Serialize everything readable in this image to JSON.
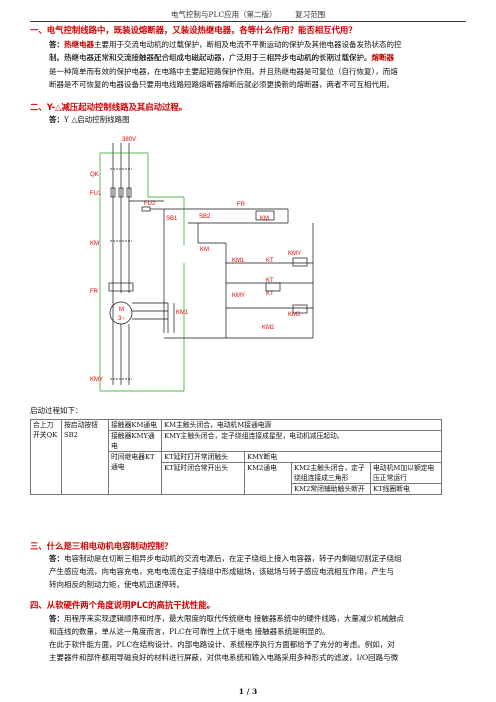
{
  "header": {
    "book": "电气控制与PLC应用（第二版）",
    "section": "复习范围"
  },
  "q1": {
    "title": "一、电气控制线路中，既装设熔断器，又装设热继电器，各等什么作用？能否相互代用？",
    "answer_label": "答：",
    "term1": "热继电器",
    "line1": "主要用于交流电动机的过载保护，断相及电流不平衡运动的保护及其他电器设备发热状态的控",
    "line2": "制。热继电器还常和交流接触器配合组成电磁起动器，广泛用于三相异步电动机的长期过载保护。",
    "term2": "熔断器",
    "line3": "是一种简单而有效的保护电器，在电路中主要起短路保护作用。并且热继电器是可复位（自行恢复），而熔",
    "line4": "断器是不可恢复的电器设备只要用电线路短路熔断器熔断后就必须更换新的熔断器，两者不可互相代用。"
  },
  "q2": {
    "title": "二、Y-△减压起动控制线路及其启动过程。",
    "answer_label": "答：",
    "answer_text": "Y △启动控制线路图",
    "circuit_labels": {
      "supply": "380V",
      "qk": "QK",
      "fu1": "FU1",
      "fu2": "FU2",
      "fr": "FR",
      "sb1": "SB1",
      "sb2": "SB2",
      "fr2": "FR",
      "km": "KM",
      "km_coil": "KM",
      "km_left": "KM",
      "km1": "KM1",
      "kt": "KT",
      "km_y": "KMY",
      "kt2": "KT",
      "kmy2": "KMY",
      "kt3": "KT",
      "km2": "KM2",
      "motor": "M",
      "motor_phase": "3~",
      "km1_main": "KM1",
      "km_y_main": "KMY",
      "km2_bottom": "KM2"
    },
    "process_label": "启动过程如下："
  },
  "table": {
    "c1": "合上刀开关QK",
    "c2": "按启动按钮SB2",
    "r1": {
      "a": "接触器KM通电",
      "b": "KM主触头闭合，电动机M接通电源"
    },
    "r2": {
      "a": "接触器KMY通电",
      "b": "KMY主触头闭合，定子绕组连接成星型，电动机减压起动。"
    },
    "r3": {
      "a": "时间继电器KT通电",
      "b": "KT延时打开常闭触头",
      "c": "KMY断电"
    },
    "r4": {
      "b": "KT延时闭合常开出头",
      "c": "KM2通电",
      "d": "KM2主触头闭合，定子绕组连接成三角形",
      "e": "电动机M加以额定电压正常运行"
    },
    "r5": {
      "d": "KM2常闭辅助触头断开",
      "e": "KT线圈断电"
    }
  },
  "q3": {
    "title": "三、什么是三相电动机电容制动控制？",
    "answer_label": "答：",
    "l1": "电容制动是在切断三相异步电动机的交流电源后，在定子绕组上接入电容器，转子内剩磁切割定子绕组",
    "l2": "产生感应电流，向电容充电，充电电流在定子绕组中形成磁场，该磁场与转子感应电流相互作用，产生与",
    "l3": "转向相反的制动力矩，使电机迅速停转。"
  },
  "q4": {
    "title": "四、从软硬件两个角度说明PLC的高抗干扰性能。",
    "answer_label": "答：",
    "l1": "用程序来实现逻辑顺序和时序，最大限度的取代传统继电 接触器系统中的硬件线路，大量减少机械触点",
    "l2": "和连线的数量，单从这一角度而言，PLC在可靠性上优于继电 接触器系统是明显的。",
    "l3": "在此于软件能方面，PLC在结构设计、内部电路设计、系统程序执行方面都给予了充分的考虑。例如，对",
    "l4": "主要器件和部件都用导磁良好的材料进行屏蔽，对供电系统和输入电路采用多种形式的滤波，I/O回路与微"
  },
  "footer": {
    "page": "1 / 3"
  }
}
